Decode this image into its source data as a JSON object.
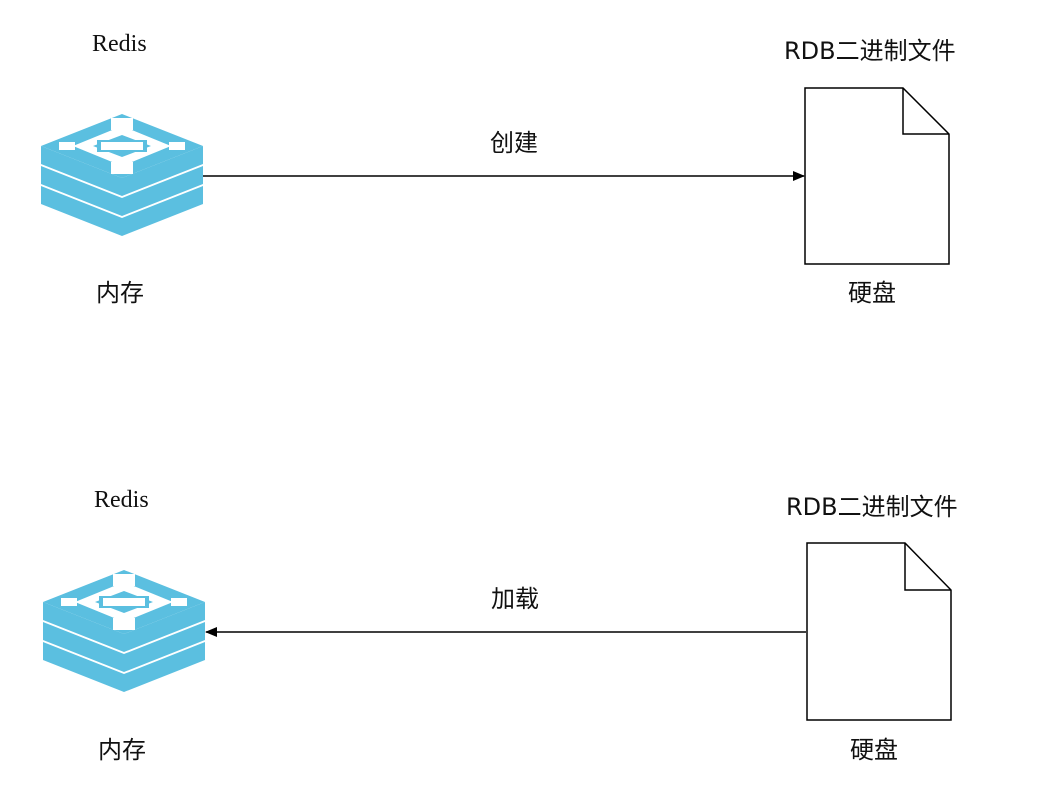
{
  "colors": {
    "redis": "#5bbfe0",
    "line": "#000000",
    "background": "#ffffff"
  },
  "top": {
    "source_title": "Redis",
    "source_label": "内存",
    "target_title": "RDB二进制文件",
    "target_label": "硬盘",
    "action": "创建",
    "source_icon": "redis-stack-icon",
    "target_icon": "document-icon"
  },
  "bottom": {
    "source_title": "Redis",
    "source_label": "内存",
    "target_title": "RDB二进制文件",
    "target_label": "硬盘",
    "action": "加载",
    "source_icon": "redis-stack-icon",
    "target_icon": "document-icon"
  }
}
